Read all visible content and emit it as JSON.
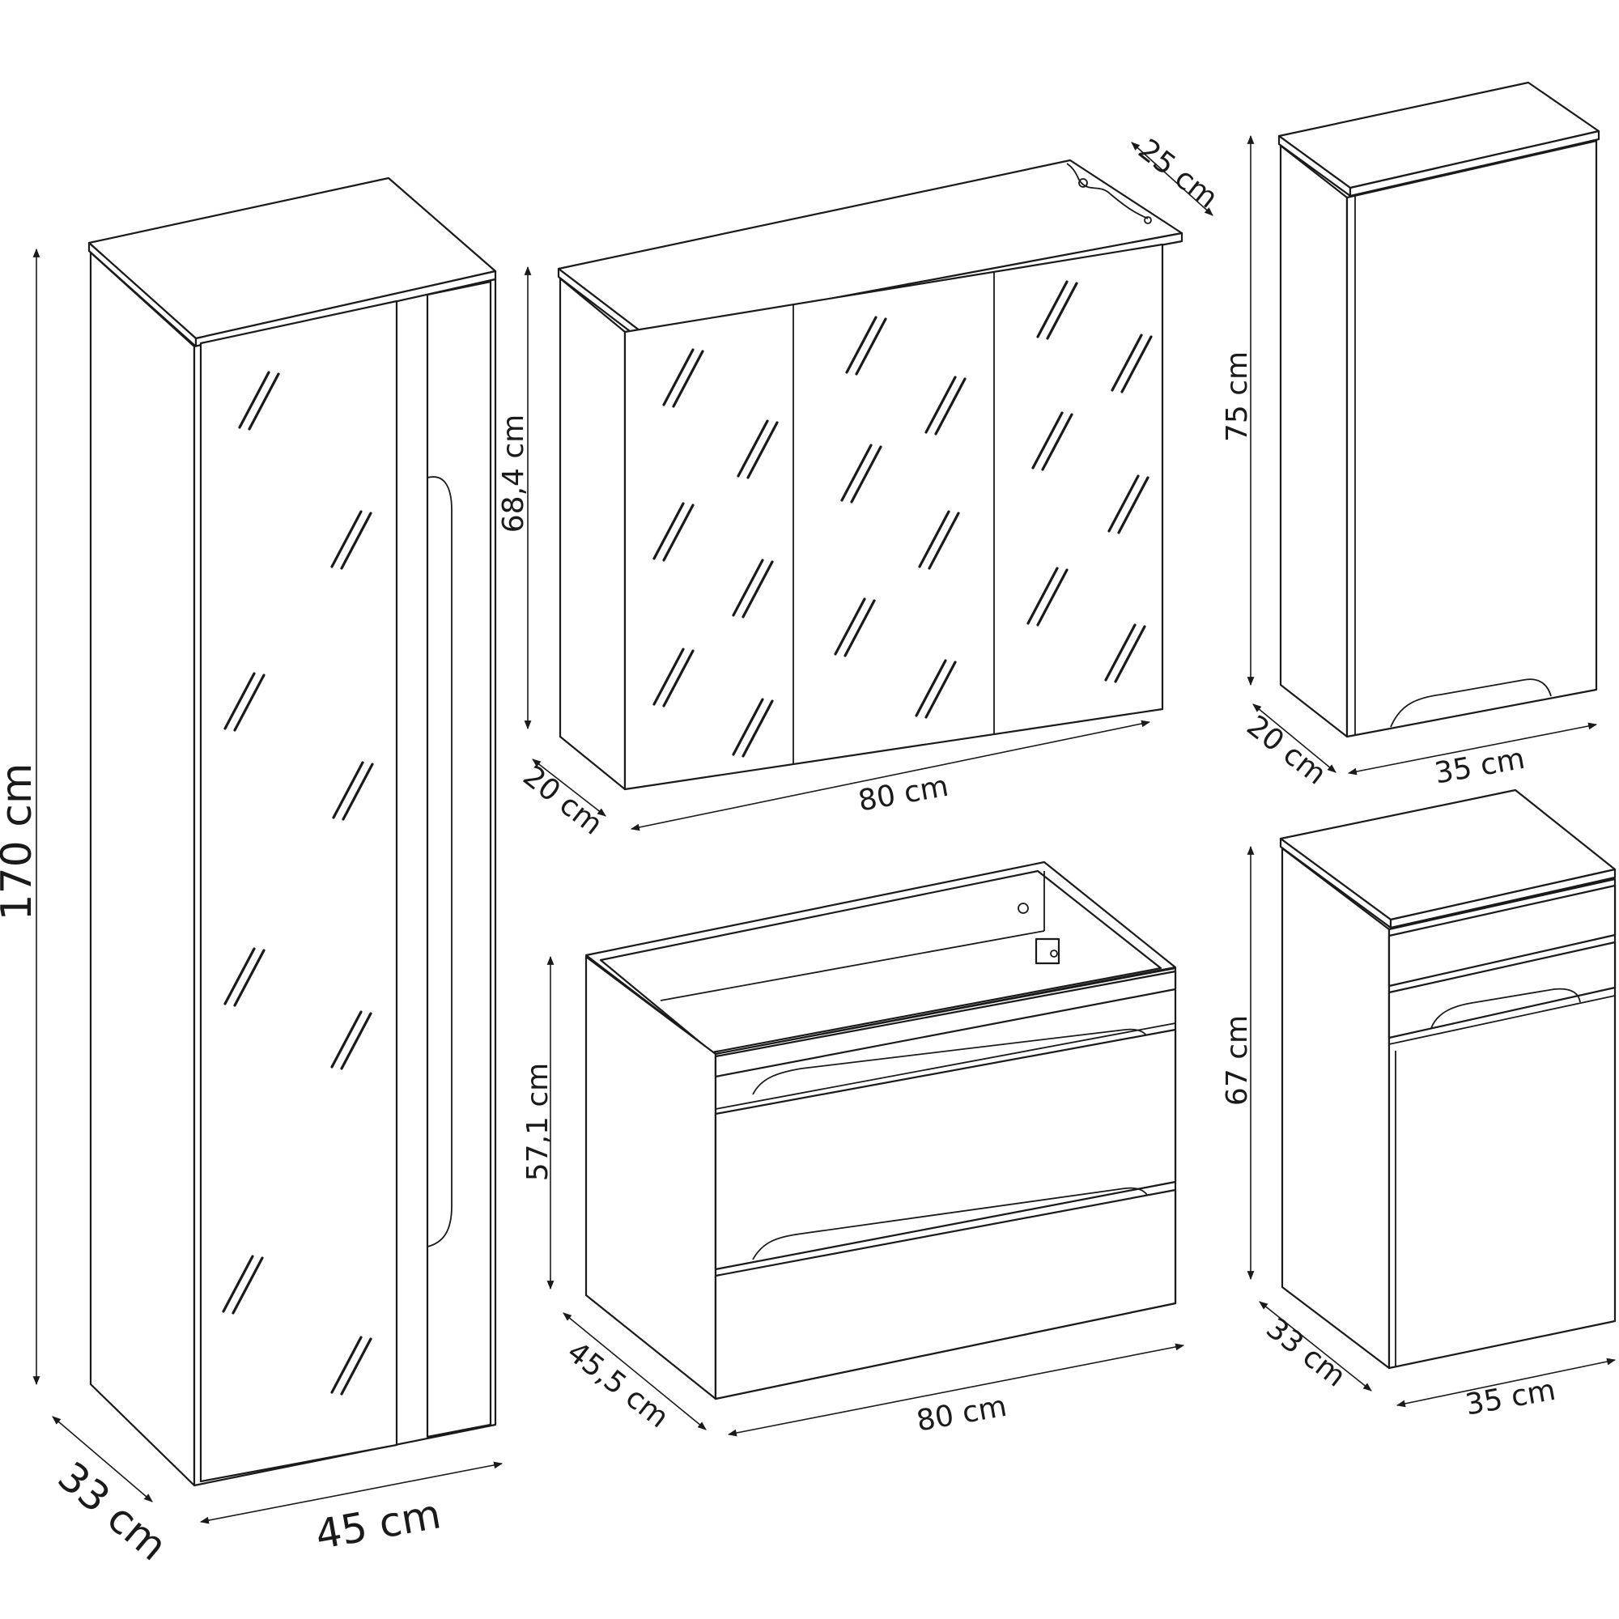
{
  "units": [
    {
      "id": "tall-cabinet",
      "dimensions": {
        "height": "170 cm",
        "width": "45 cm",
        "depth": "33 cm"
      }
    },
    {
      "id": "mirror-cabinet",
      "dimensions": {
        "height": "68,4 cm",
        "width": "80 cm",
        "depth": "20 cm",
        "top_depth": "25 cm"
      }
    },
    {
      "id": "wall-cabinet",
      "dimensions": {
        "height": "75 cm",
        "width": "35 cm",
        "depth": "20 cm"
      }
    },
    {
      "id": "vanity-unit",
      "dimensions": {
        "height": "57,1 cm",
        "width": "80 cm",
        "depth": "45,5 cm"
      }
    },
    {
      "id": "low-cabinet",
      "dimensions": {
        "height": "67 cm",
        "width": "35 cm",
        "depth": "33 cm"
      }
    }
  ],
  "colors": {
    "line": "#1a1a1a",
    "background": "#ffffff"
  }
}
